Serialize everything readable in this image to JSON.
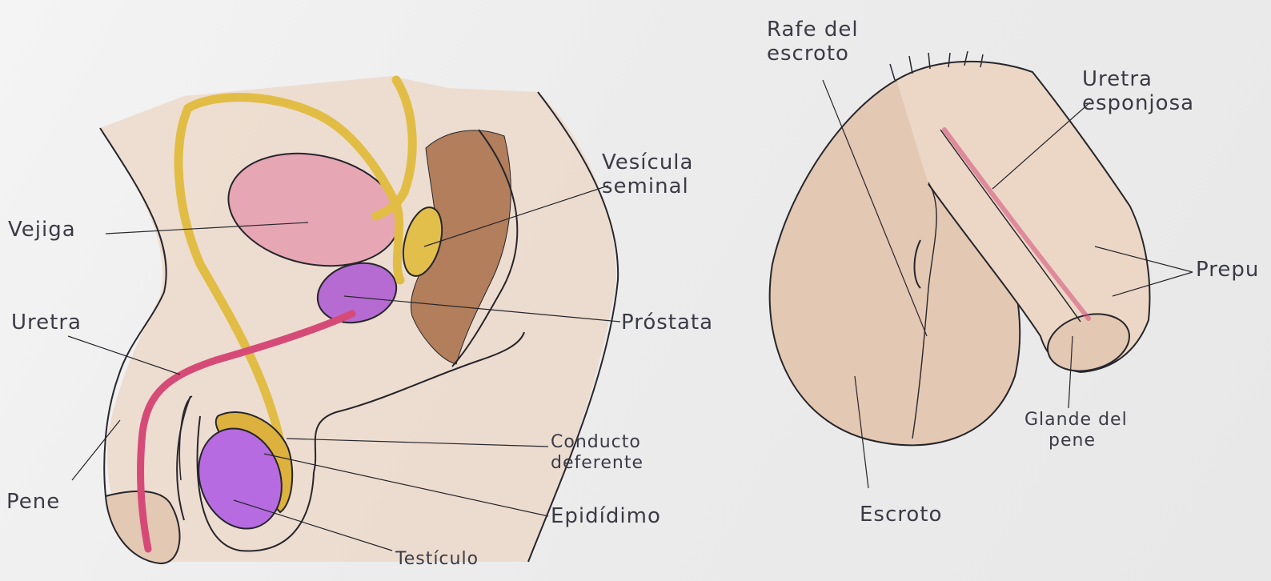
{
  "colors": {
    "paper": "#ececec",
    "skin": "#ecd7c6",
    "skin_dark": "#e3c8b3",
    "bladder": "#e7a6b4",
    "prostate": "#b56bd1",
    "testicle": "#b76be0",
    "seminal_vesicle": "#e2bf4a",
    "vas_deferens": "#e1bd46",
    "epididymis": "#dcb13d",
    "urethra": "#d64a78",
    "rectum": "#b27e5c",
    "ink": "#26262c",
    "label_ink": "#3b3b46"
  },
  "left_diagram": {
    "labels": {
      "vejiga": "Vejiga",
      "uretra": "Uretra",
      "pene": "Pene",
      "vesicula_line1": "Vesícula",
      "vesicula_line2": "seminal",
      "prostata": "Próstata",
      "conducto_line1": "Conducto",
      "conducto_line2": "deferente",
      "epididimo": "Epidídimo",
      "testiculo": "Testículo"
    }
  },
  "right_diagram": {
    "labels": {
      "rafe_line1": "Rafe del",
      "rafe_line2": "escroto",
      "uretra_esp_line1": "Uretra",
      "uretra_esp_line2": "esponjosa",
      "prepucio": "Prepu",
      "glande_line1": "Glande del",
      "glande_line2": "pene",
      "escroto": "Escroto"
    }
  }
}
